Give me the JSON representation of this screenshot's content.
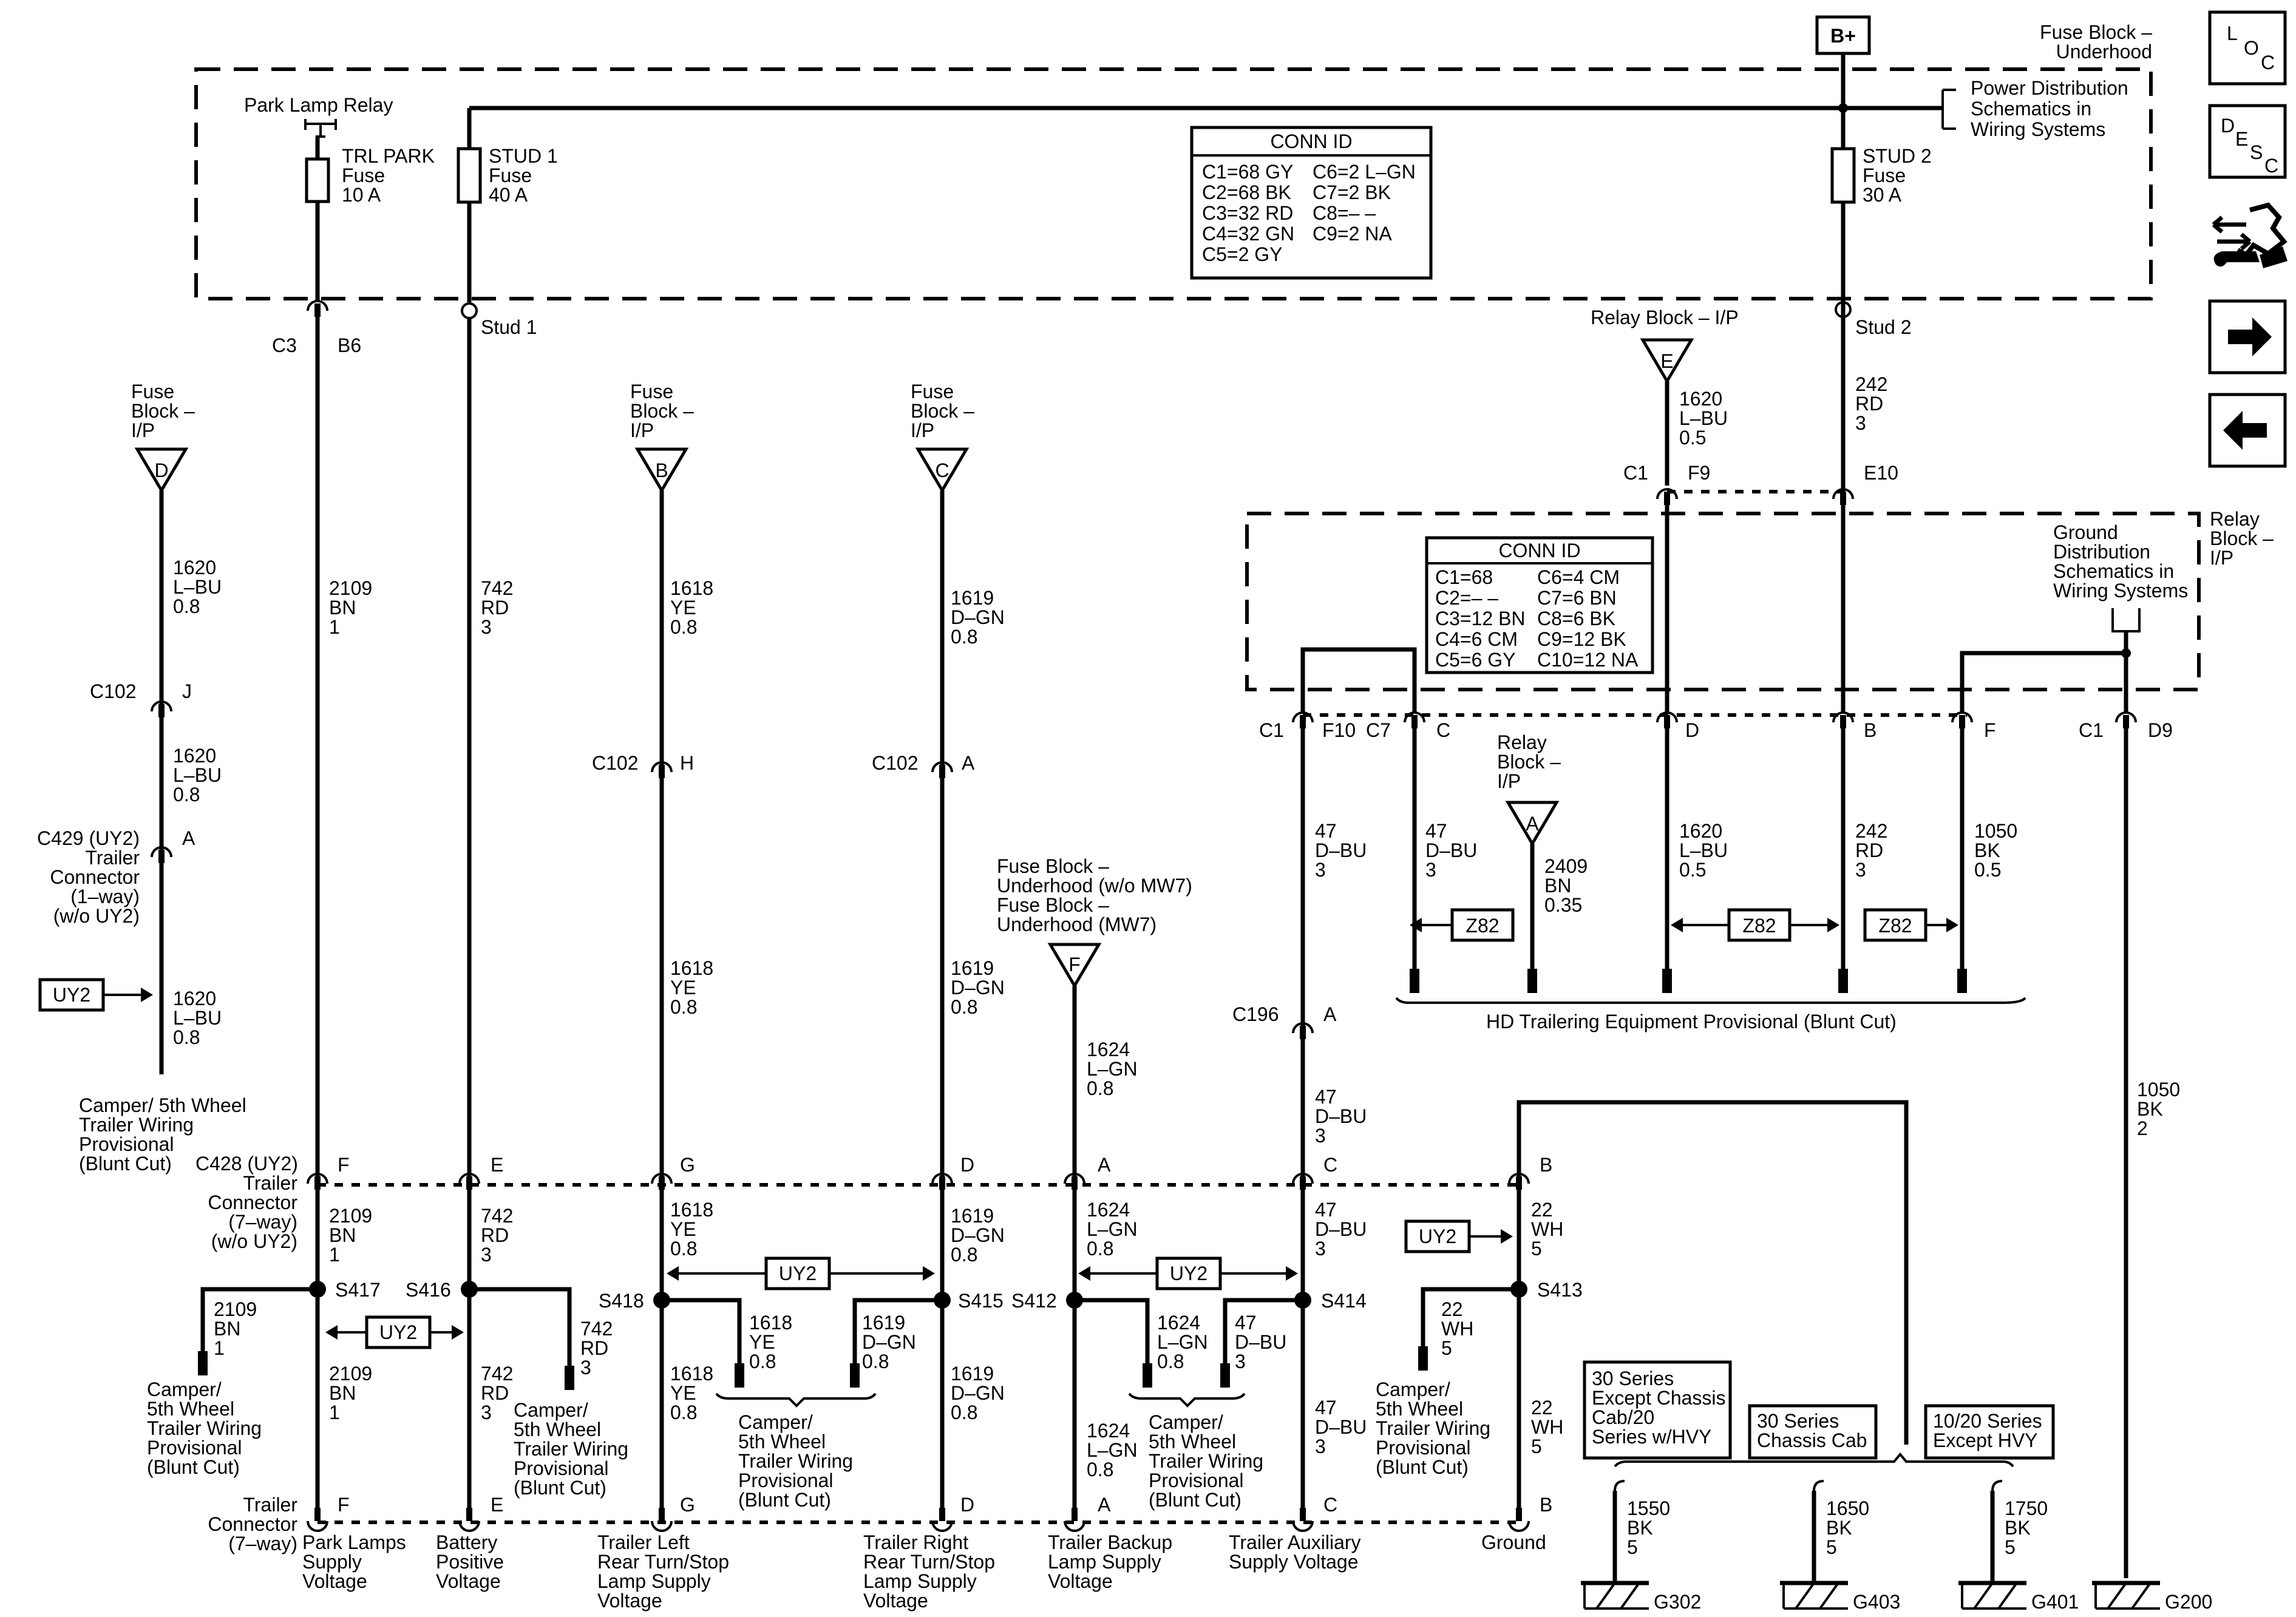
{
  "header": {
    "b_plus": "B+",
    "fuse_block_underhood": [
      "Fuse Block –",
      "Underhood"
    ],
    "power_dist": [
      "Power Distribution",
      "Schematics in",
      "Wiring Systems"
    ],
    "park_lamp_relay": "Park Lamp Relay",
    "trl_park": [
      "TRL PARK",
      "Fuse",
      "10 A"
    ],
    "stud1_fuse": [
      "STUD 1",
      "Fuse",
      "40 A"
    ],
    "stud2_fuse": [
      "STUD 2",
      "Fuse",
      "30 A"
    ]
  },
  "conn_id_top": {
    "title": "CONN ID",
    "left": [
      "C1=68 GY",
      "C2=68 BK",
      "C3=32 RD",
      "C4=32 GN",
      "C5=2 GY"
    ],
    "right": [
      "C6=2 L–GN",
      "C7=2 BK",
      "C8=– –",
      "C9=2 NA"
    ]
  },
  "conn_id_relay": {
    "title": "CONN ID",
    "left": [
      "C1=68",
      "C2=– –",
      "C3=12 BN",
      "C4=6 CM",
      "C5=6 GY"
    ],
    "right": [
      "C6=4 CM",
      "C7=6 BN",
      "C8=6 BK",
      "C9=12 BK",
      "C10=12 NA"
    ]
  },
  "relay_block": {
    "title": [
      "Relay",
      "Block –",
      "I/P"
    ],
    "top_label": "Relay Block – I/P",
    "ground_dist": [
      "Ground",
      "Distribution",
      "Schematics in",
      "Wiring Systems"
    ],
    "hd_trailering": "HD Trailering Equipment Provisional (Blunt Cut)",
    "relay_block_inner": [
      "Relay",
      "Block –",
      "I/P"
    ]
  },
  "labels": {
    "c3": "C3",
    "b6": "B6",
    "stud1": "Stud 1",
    "stud2": "Stud 2",
    "fuse_block_ip": [
      "Fuse",
      "Block –",
      "I/P"
    ],
    "c102": "C102",
    "c1": "C1",
    "c7": "C7",
    "c196": "C196",
    "c429": [
      "C429 (UY2)",
      "Trailer",
      "Connector",
      "(1–way)",
      "(w/o UY2)"
    ],
    "camper_blunt": [
      "Camper/ 5th Wheel",
      "Trailer Wiring",
      "Provisional",
      "(Blunt Cut)"
    ],
    "c428": [
      "C428 (UY2)",
      "Trailer",
      "Connector",
      "(7–way)",
      "(w/o UY2)"
    ],
    "trailer_connector_7way": [
      "Trailer",
      "Connector",
      "(7–way)"
    ],
    "camper_stack": [
      "Camper/",
      "5th Wheel",
      "Trailer Wiring",
      "Provisional",
      "(Blunt Cut)"
    ],
    "fuse_f": [
      "Fuse Block –",
      "Underhood (w/o MW7)",
      "Fuse Block –",
      "Underhood (MW7)"
    ],
    "uy2": "UY2",
    "z82": "Z82",
    "series_30_except": [
      "30 Series",
      "Except Chassis",
      "Cab/20",
      "Series w/HVY"
    ],
    "series_30_chassis": [
      "30 Series",
      "Chassis Cab"
    ],
    "series_1020": [
      "10/20 Series",
      "Except HVY"
    ]
  },
  "bottom_labels": [
    [
      "Park Lamps",
      "Supply",
      "Voltage"
    ],
    [
      "Battery",
      "Positive",
      "Voltage"
    ],
    [
      "Trailer Left",
      "Rear Turn/Stop",
      "Lamp Supply",
      "Voltage"
    ],
    [
      "Trailer Right",
      "Rear Turn/Stop",
      "Lamp Supply",
      "Voltage"
    ],
    [
      "Trailer Backup",
      "Lamp Supply",
      "Voltage"
    ],
    [
      "Trailer Auxiliary",
      "Supply Voltage"
    ],
    [
      "Ground"
    ]
  ],
  "splices": [
    "S417",
    "S416",
    "S418",
    "S415",
    "S412",
    "S414",
    "S413"
  ],
  "grounds": [
    "G302",
    "G403",
    "G401",
    "G200"
  ],
  "wires": {
    "w1620_top": [
      "1620",
      "L–BU",
      "0.8"
    ],
    "w2109": [
      "2109",
      "BN",
      "1"
    ],
    "w742": [
      "742",
      "RD",
      "3"
    ],
    "w1618": [
      "1618",
      "YE",
      "0.8"
    ],
    "w1619": [
      "1619",
      "D–GN",
      "0.8"
    ],
    "w1624": [
      "1624",
      "L–GN",
      "0.8"
    ],
    "w47": [
      "47",
      "D–BU",
      "3"
    ],
    "w1620_relay": [
      "1620",
      "L–BU",
      "0.5"
    ],
    "w242": [
      "242",
      "RD",
      "3"
    ],
    "w2409": [
      "2409",
      "BN",
      "0.35"
    ],
    "w1050_relay": [
      "1050",
      "BK",
      "0.5"
    ],
    "w1050": [
      "1050",
      "BK",
      "2"
    ],
    "w22": [
      "22",
      "WH",
      "5"
    ],
    "w1550": [
      "1550",
      "BK",
      "5"
    ],
    "w1650": [
      "1650",
      "BK",
      "5"
    ],
    "w1750": [
      "1750",
      "BK",
      "5"
    ]
  },
  "pins": {
    "j": "J",
    "a": "A",
    "h": "H",
    "f": "F",
    "e": "E",
    "g": "G",
    "d": "D",
    "c": "C",
    "b": "B",
    "f9": "F9",
    "e10": "E10",
    "f10": "F10",
    "d9": "D9",
    "tri_d": "D",
    "tri_b": "B",
    "tri_c": "C",
    "tri_e": "E",
    "tri_f": "F",
    "tri_a": "A"
  },
  "side_icons": [
    {
      "name": "location-icon",
      "text": [
        "L",
        "O",
        "C"
      ]
    },
    {
      "name": "description-icon",
      "text": [
        "D",
        "E",
        "S",
        "C"
      ]
    },
    {
      "name": "schematic-tools-icon"
    },
    {
      "name": "next-arrow-icon"
    },
    {
      "name": "previous-arrow-icon"
    }
  ]
}
